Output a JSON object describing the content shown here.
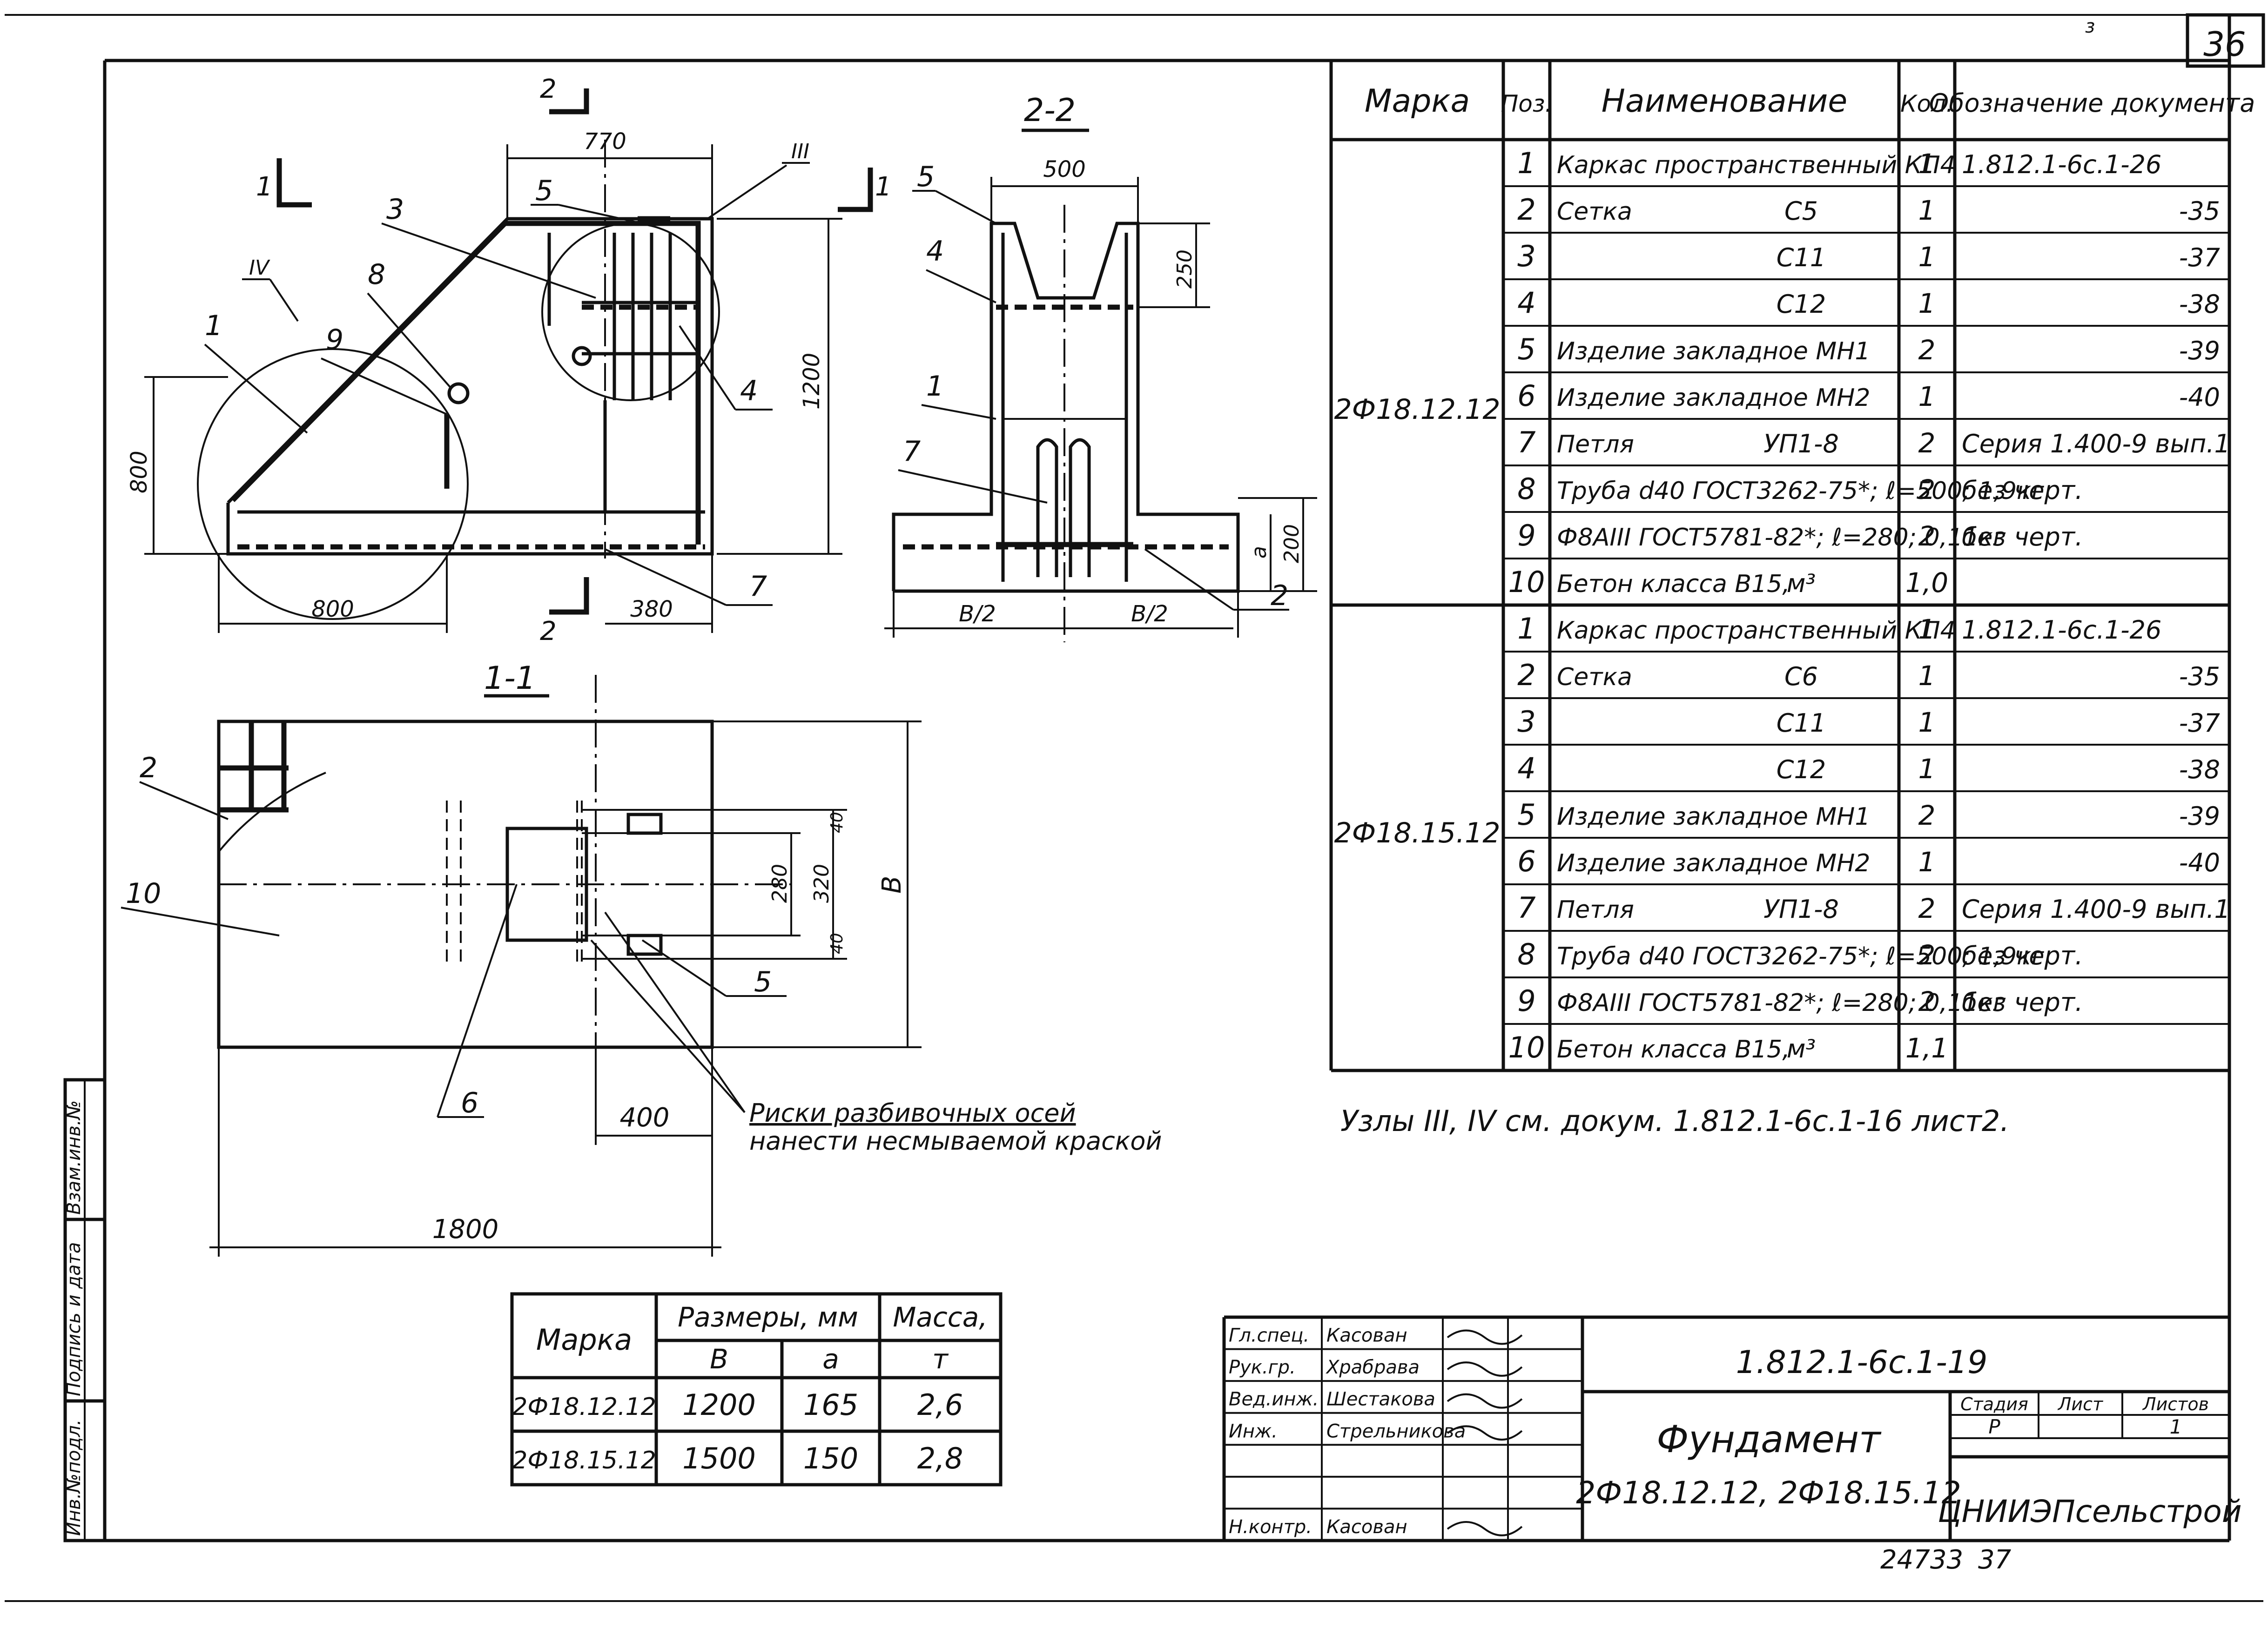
{
  "sheet": {
    "page_number": "36",
    "corner_mark": "з",
    "footer_left": "24733",
    "footer_right": "37"
  },
  "side_stamp": {
    "cells": [
      "Инв.№подл.",
      "Подпись и дата",
      "Взам.инв.№"
    ]
  },
  "drawing": {
    "section_1_1": {
      "title": "1-1",
      "dims": [
        "770",
        "1200",
        "800",
        "800",
        "380"
      ],
      "marker_1": "1",
      "marker_2": "2",
      "nodes": [
        "III",
        "IV"
      ],
      "positions": [
        "1",
        "3",
        "4",
        "5",
        "7",
        "8",
        "9"
      ]
    },
    "section_2_2": {
      "title": "2-2",
      "dims": [
        "500",
        "250",
        "200",
        "a",
        "B/2",
        "B/2"
      ],
      "positions": [
        "1",
        "2",
        "4",
        "5",
        "7"
      ]
    },
    "plan": {
      "dims": [
        "280",
        "320",
        "40",
        "40",
        "B",
        "400",
        "1800"
      ],
      "positions": [
        "2",
        "5",
        "6",
        "10"
      ],
      "note_line1": "Риски разбивочных осей",
      "note_line2": "нанести несмываемой краской"
    }
  },
  "spec": {
    "headers": {
      "mark": "Марка",
      "pos": "Поз.",
      "name": "Наименование",
      "qty": "Кол.",
      "doc": "Обозначение документа"
    },
    "groups": [
      {
        "mark": "2Ф18.12.12",
        "rows": [
          {
            "pos": "1",
            "name": "Каркас пространственный КП4",
            "code": "",
            "qty": "1",
            "doc": "1.812.1-6с.1-26"
          },
          {
            "pos": "2",
            "name": "Сетка",
            "code": "С5",
            "qty": "1",
            "doc": "-35"
          },
          {
            "pos": "3",
            "name": "",
            "code": "С11",
            "qty": "1",
            "doc": "-37"
          },
          {
            "pos": "4",
            "name": "",
            "code": "С12",
            "qty": "1",
            "doc": "-38"
          },
          {
            "pos": "5",
            "name": "Изделие закладное МН1",
            "code": "",
            "qty": "2",
            "doc": "-39"
          },
          {
            "pos": "6",
            "name": "Изделие закладное МН2",
            "code": "",
            "qty": "1",
            "doc": "-40"
          },
          {
            "pos": "7",
            "name": "Петля",
            "code": "УП1-8",
            "qty": "2",
            "doc": "Серия 1.400-9 вып.1"
          },
          {
            "pos": "8",
            "name": "Труба d40 ГОСТ3262-75*; ℓ=500; 1,9кг",
            "code": "",
            "qty": "2",
            "doc": "без черт."
          },
          {
            "pos": "9",
            "name": "Ф8АIII ГОСТ5781-82*; ℓ=280; 0,11кг",
            "code": "",
            "qty": "2",
            "doc": "без черт."
          },
          {
            "pos": "10",
            "name": "Бетон класса В15,",
            "code": "м³",
            "qty": "1,0",
            "doc": ""
          }
        ]
      },
      {
        "mark": "2Ф18.15.12",
        "rows": [
          {
            "pos": "1",
            "name": "Каркас пространственный КП4",
            "code": "",
            "qty": "1",
            "doc": "1.812.1-6с.1-26"
          },
          {
            "pos": "2",
            "name": "Сетка",
            "code": "С6",
            "qty": "1",
            "doc": "-35"
          },
          {
            "pos": "3",
            "name": "",
            "code": "С11",
            "qty": "1",
            "doc": "-37"
          },
          {
            "pos": "4",
            "name": "",
            "code": "С12",
            "qty": "1",
            "doc": "-38"
          },
          {
            "pos": "5",
            "name": "Изделие закладное МН1",
            "code": "",
            "qty": "2",
            "doc": "-39"
          },
          {
            "pos": "6",
            "name": "Изделие закладное МН2",
            "code": "",
            "qty": "1",
            "doc": "-40"
          },
          {
            "pos": "7",
            "name": "Петля",
            "code": "УП1-8",
            "qty": "2",
            "doc": "Серия 1.400-9 вып.1"
          },
          {
            "pos": "8",
            "name": "Труба d40 ГОСТ3262-75*; ℓ=500; 1,9кг",
            "code": "",
            "qty": "2",
            "doc": "без черт."
          },
          {
            "pos": "9",
            "name": "Ф8АIII ГОСТ5781-82*; ℓ=280; 0,11кг",
            "code": "",
            "qty": "2",
            "doc": "без черт."
          },
          {
            "pos": "10",
            "name": "Бетон класса В15,",
            "code": "м³",
            "qty": "1,1",
            "doc": ""
          }
        ]
      }
    ]
  },
  "note": "Узлы III, IV см. докум. 1.812.1-6с.1-16 лист2.",
  "sizes_table": {
    "header_mark": "Марка",
    "header_dims": "Размеры, мм",
    "header_mass": "Масса,",
    "sub_b": "В",
    "sub_a": "а",
    "sub_t": "т",
    "rows": [
      {
        "mark": "2Ф18.12.12",
        "b": "1200",
        "a": "165",
        "mass": "2,6"
      },
      {
        "mark": "2Ф18.15.12",
        "b": "1500",
        "a": "150",
        "mass": "2,8"
      }
    ]
  },
  "title_block": {
    "code": "1.812.1-6с.1-19",
    "title": "Фундамент",
    "marks": "2Ф18.12.12, 2Ф18.15.12",
    "stage_label": "Стадия",
    "sheet_label": "Лист",
    "sheets_label": "Листов",
    "stage": "Р",
    "sheets": "1",
    "org": "ЦНИИЭПсельстрой",
    "people": [
      {
        "role": "Гл.спец.",
        "name": "Касован"
      },
      {
        "role": "Рук.гр.",
        "name": "Храбрава"
      },
      {
        "role": "Вед.инж.",
        "name": "Шестакова"
      },
      {
        "role": "Инж.",
        "name": "Стрельникова"
      },
      {
        "role": "",
        "name": ""
      },
      {
        "role": "",
        "name": ""
      },
      {
        "role": "Н.контр.",
        "name": "Касован"
      }
    ]
  }
}
